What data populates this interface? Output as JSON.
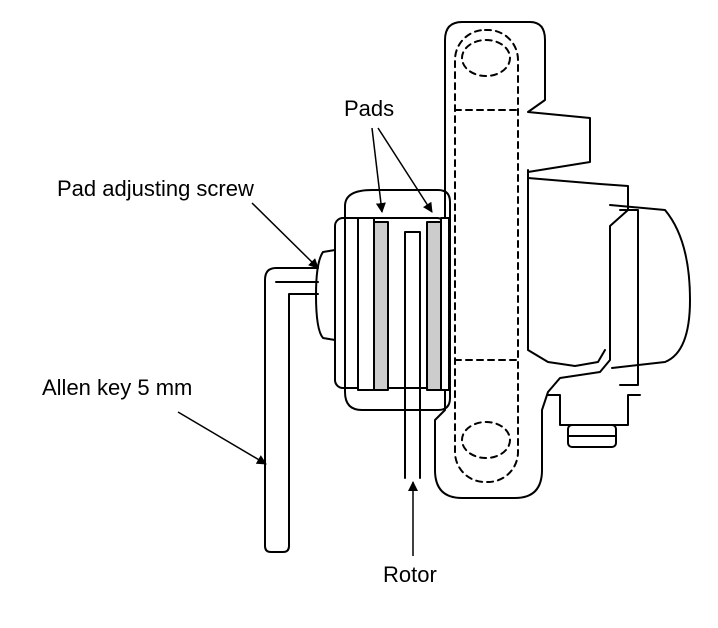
{
  "labels": {
    "pads": "Pads",
    "pad_adjusting_screw": "Pad adjusting screw",
    "allen_key": "Allen key 5 mm",
    "rotor": "Rotor"
  },
  "colors": {
    "line": "#000000",
    "pad_fill": "#cccccc",
    "background": "#ffffff"
  }
}
